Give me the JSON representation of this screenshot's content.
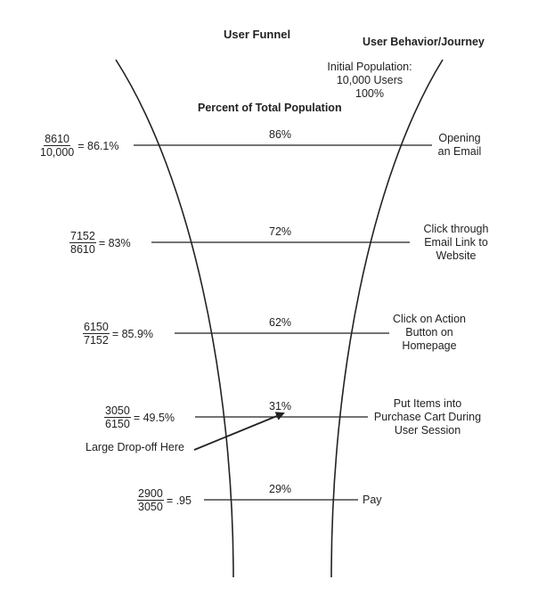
{
  "title": "User Funnel",
  "behavior_header": "User Behavior/Journey",
  "percent_header": "Percent of Total Population",
  "initial": {
    "line1": "Initial Population:",
    "line2": "10,000 Users",
    "line3": "100%"
  },
  "stages": [
    {
      "percent": "86%",
      "numerator": "8610",
      "denominator": "10,000",
      "ratio": "= 86.1%",
      "label_lines": [
        "Opening",
        "an Email"
      ]
    },
    {
      "percent": "72%",
      "numerator": "7152",
      "denominator": "8610",
      "ratio": "= 83%",
      "label_lines": [
        "Click through",
        "Email Link to",
        "Website"
      ]
    },
    {
      "percent": "62%",
      "numerator": "6150",
      "denominator": "7152",
      "ratio": "= 85.9%",
      "label_lines": [
        "Click on Action",
        "Button on",
        "Homepage"
      ]
    },
    {
      "percent": "31%",
      "numerator": "3050",
      "denominator": "6150",
      "ratio": "= 49.5%",
      "label_lines": [
        "Put Items into",
        "Purchase Cart During",
        "User Session"
      ]
    },
    {
      "percent": "29%",
      "numerator": "2900",
      "denominator": "3050",
      "ratio": "= .95",
      "label_lines": [
        "Pay"
      ]
    }
  ],
  "dropoff_note": "Large Drop-off Here",
  "colors": {
    "ink": "#222222",
    "background": "#ffffff"
  }
}
